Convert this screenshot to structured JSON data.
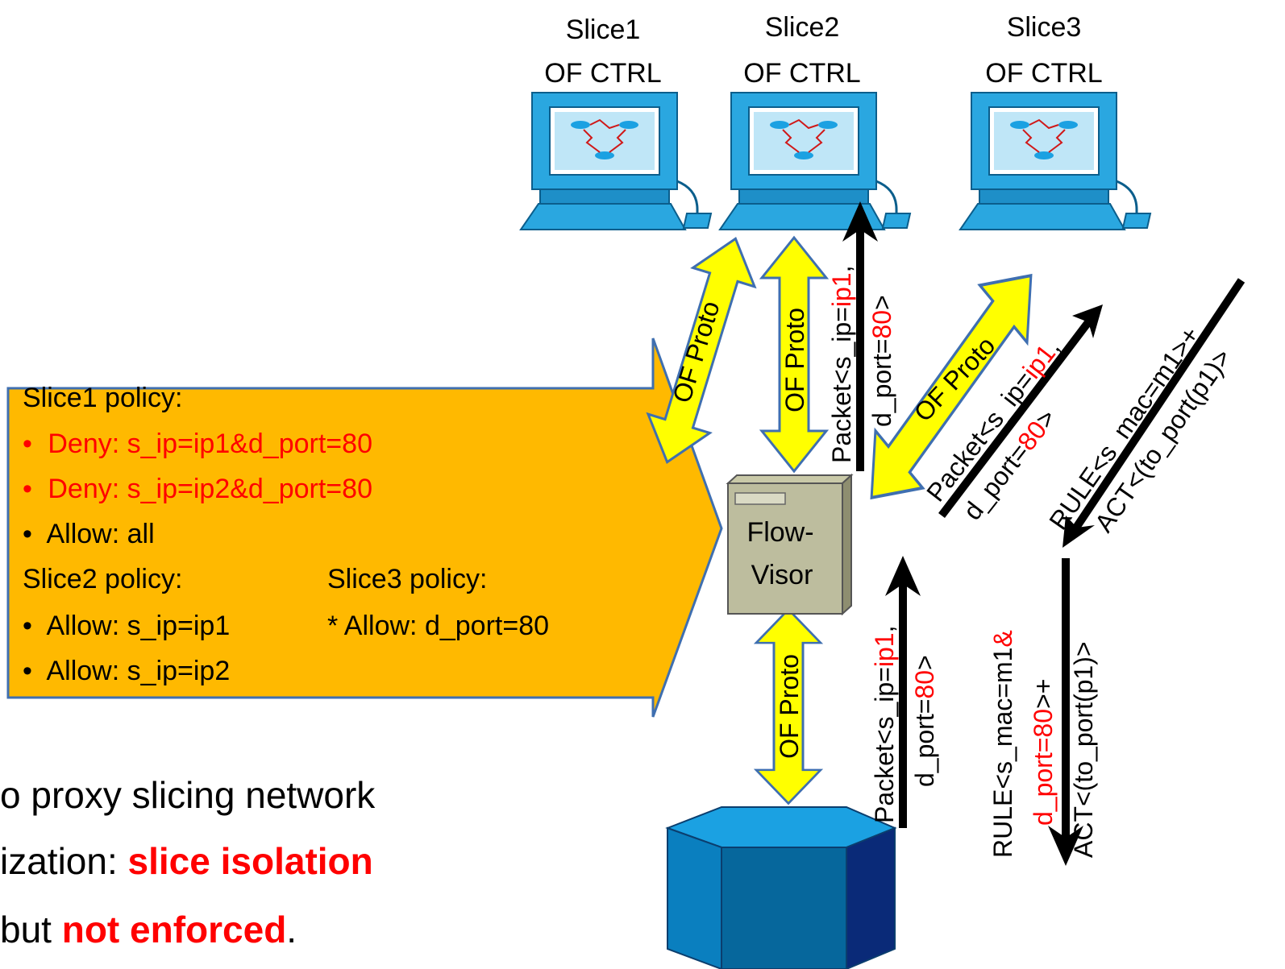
{
  "controllers": [
    {
      "slice": "Slice1",
      "role": "OF CTRL"
    },
    {
      "slice": "Slice2",
      "role": "OF CTRL"
    },
    {
      "slice": "Slice3",
      "role": "OF CTRL"
    }
  ],
  "arrows": {
    "of_proto_1": "OF Proto",
    "of_proto_2": "OF Proto",
    "of_proto_3": "OF Proto",
    "of_proto_4": "OF Proto"
  },
  "flowvisor": {
    "line1": "Flow-",
    "line2": "Visor"
  },
  "packet_labels": {
    "prefix": "Packet<s_ip=",
    "ip": "ip1",
    "comma": ",",
    "dport_prefix": "d_port=",
    "dport": "80",
    "suffix": ">"
  },
  "rule_a": {
    "line1": "RULE<s_mac=m1>+",
    "line2": "ACT<(to_port(p1)>"
  },
  "rule_b": {
    "line1_black": "RULE<s_mac=m1",
    "line1_red": "&",
    "line2_red": "d_port=80",
    "line2_black": ">+",
    "line3": "ACT<(to_port(p1)>"
  },
  "policy": {
    "slice1_title": "Slice1 policy:",
    "slice1_items": [
      "Deny: s_ip=ip1&d_port=80",
      "Deny: s_ip=ip2&d_port=80",
      "Allow: all"
    ],
    "slice2_title": "Slice2 policy:",
    "slice2_items": [
      "Allow: s_ip=ip1",
      "Allow: s_ip=ip2"
    ],
    "slice3_title": "Slice3 policy:",
    "slice3_items": [
      "* Allow: d_port=80"
    ],
    "bullet": "•"
  },
  "bottom_text": {
    "line1": "o proxy slicing network",
    "line2_prefix": "ization: ",
    "line2_highlight": "slice isolation",
    "line3_prefix": "but ",
    "line3_highlight": "not enforced",
    "line3_suffix": "."
  },
  "colors": {
    "policy_fill": "#FFB900",
    "arrow_fill": "#FFFF00",
    "accent_red": "#FF0000",
    "monitor_blue": "#1BA1E2",
    "switch_blue": "#0A7FBF"
  }
}
